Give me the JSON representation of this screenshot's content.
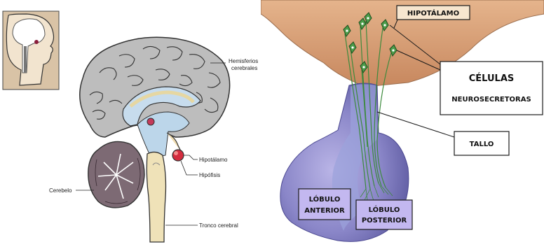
{
  "left_panel": {
    "labels": {
      "hemisferios_line1": "Hemisferios",
      "hemisferios_line2": "cerebrales",
      "hipotalamo": "Hipotálamo",
      "hipofisis": "Hipófisis",
      "cerebelo": "Cerebelo",
      "tronco": "Tronco cerebral"
    }
  },
  "right_panel": {
    "labels": {
      "hipotalamo": "HIPOTÁLAMO",
      "celulas_line1": "CÉLULAS",
      "celulas_line2": "NEUROSECRETORAS",
      "tallo": "TALLO",
      "lobulo_anterior_line1": "LÓBULO",
      "lobulo_anterior_line2": "ANTERIOR",
      "lobulo_posterior_line1": "LÓBULO",
      "lobulo_posterior_line2": "POSTERIOR"
    }
  },
  "colors": {
    "brain_grey": "#b9b9b9",
    "ventricle_blue": "#bcd6ea",
    "hypothalamus_tan": "#d7a07a",
    "pituitary_purple": "#8a86c8",
    "neuron_green": "#3c8a3c",
    "box_border": "#1a1a1a"
  }
}
